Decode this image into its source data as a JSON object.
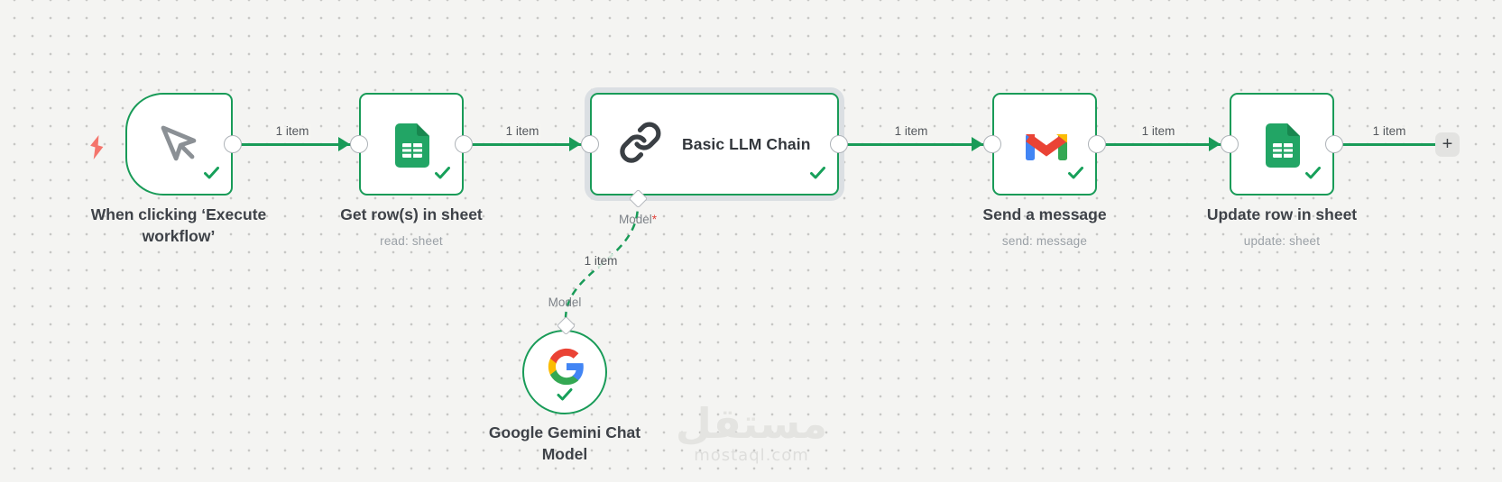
{
  "watermark": {
    "brand_arabic": "مستقل",
    "brand_domain": "mostaql.com"
  },
  "connection_labels": [
    "1 item",
    "1 item",
    "1 item",
    "1 item",
    "1 item",
    "1 item"
  ],
  "nodes": {
    "manual_trigger": {
      "title_line1": "When clicking ‘Execute",
      "title_line2": "workflow’",
      "icon": "mouse-pointer-icon",
      "status": "success"
    },
    "get_rows": {
      "title": "Get row(s) in sheet",
      "subtitle": "read: sheet",
      "icon": "google-sheets-icon",
      "status": "success"
    },
    "llm_chain": {
      "title": "Basic LLM Chain",
      "icon": "chain-link-icon",
      "model_input_label": "Model",
      "model_input_required_mark": "*",
      "status": "success"
    },
    "gmail": {
      "title": "Send a message",
      "subtitle": "send: message",
      "icon": "gmail-icon",
      "status": "success"
    },
    "update_row": {
      "title": "Update row in sheet",
      "subtitle": "update: sheet",
      "icon": "google-sheets-icon",
      "status": "success"
    },
    "gemini": {
      "title_line1": "Google Gemini Chat",
      "title_line2": "Model",
      "icon": "google-g-icon",
      "model_output_label": "Model",
      "status": "success"
    }
  },
  "add_node_button": {
    "label": "+"
  },
  "colors": {
    "accent_green": "#199b58",
    "check_green": "#17a05a",
    "trigger_bolt_coral": "#f4756c",
    "canvas_bg": "#f4f4f2",
    "selection_halo_gray": "#dbdfe3",
    "title_text": "#3e4248",
    "subtitle_text": "#9aa0a6",
    "connection_label_text": "#54585d"
  }
}
